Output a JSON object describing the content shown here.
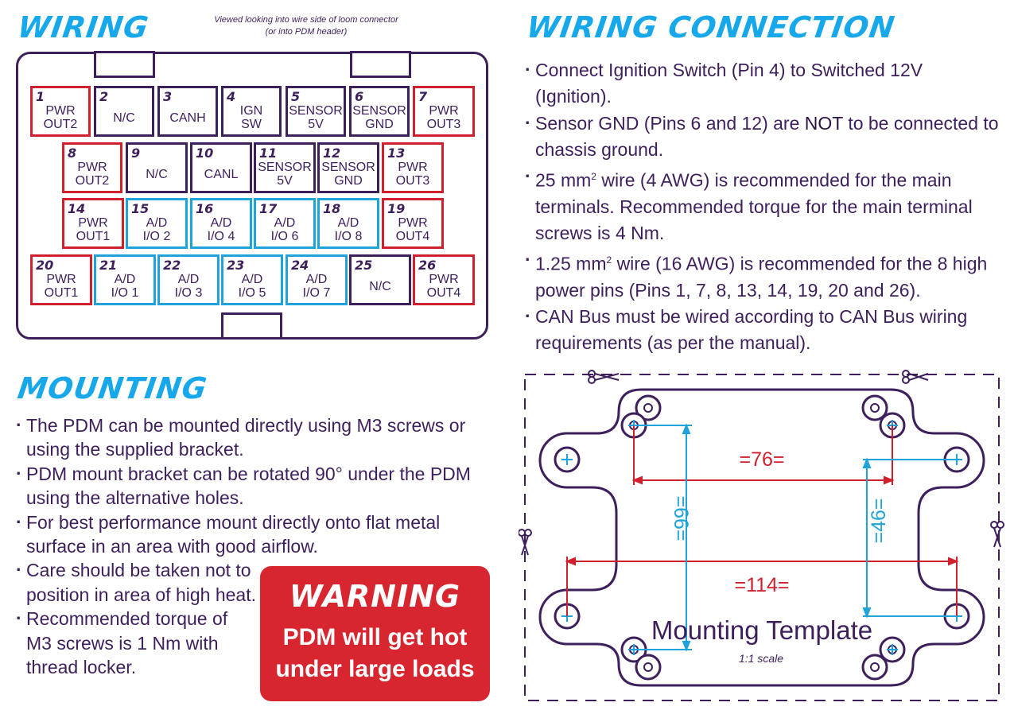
{
  "wiring": {
    "title": "WIRING",
    "note_line1": "Viewed looking into wire side of loom connector",
    "note_line2": "(or into PDM header)",
    "pins": [
      {
        "num": "1",
        "l1": "PWR",
        "l2": "OUT2",
        "color": "red"
      },
      {
        "num": "2",
        "l1": "N/C",
        "l2": "",
        "color": "dark"
      },
      {
        "num": "3",
        "l1": "CANH",
        "l2": "",
        "color": "dark"
      },
      {
        "num": "4",
        "l1": "IGN",
        "l2": "SW",
        "color": "dark"
      },
      {
        "num": "5",
        "l1": "SENSOR",
        "l2": "5V",
        "color": "dark"
      },
      {
        "num": "6",
        "l1": "SENSOR",
        "l2": "GND",
        "color": "dark"
      },
      {
        "num": "7",
        "l1": "PWR",
        "l2": "OUT3",
        "color": "red"
      },
      {
        "num": "8",
        "l1": "PWR",
        "l2": "OUT2",
        "color": "red"
      },
      {
        "num": "9",
        "l1": "N/C",
        "l2": "",
        "color": "dark"
      },
      {
        "num": "10",
        "l1": "CANL",
        "l2": "",
        "color": "dark"
      },
      {
        "num": "11",
        "l1": "SENSOR",
        "l2": "5V",
        "color": "dark"
      },
      {
        "num": "12",
        "l1": "SENSOR",
        "l2": "GND",
        "color": "dark"
      },
      {
        "num": "13",
        "l1": "PWR",
        "l2": "OUT3",
        "color": "red"
      },
      {
        "num": "14",
        "l1": "PWR",
        "l2": "OUT1",
        "color": "red"
      },
      {
        "num": "15",
        "l1": "A/D",
        "l2": "I/O 2",
        "color": "blue"
      },
      {
        "num": "16",
        "l1": "A/D",
        "l2": "I/O 4",
        "color": "blue"
      },
      {
        "num": "17",
        "l1": "A/D",
        "l2": "I/O 6",
        "color": "blue"
      },
      {
        "num": "18",
        "l1": "A/D",
        "l2": "I/O 8",
        "color": "blue"
      },
      {
        "num": "19",
        "l1": "PWR",
        "l2": "OUT4",
        "color": "red"
      },
      {
        "num": "20",
        "l1": "PWR",
        "l2": "OUT1",
        "color": "red"
      },
      {
        "num": "21",
        "l1": "A/D",
        "l2": "I/O 1",
        "color": "blue"
      },
      {
        "num": "22",
        "l1": "A/D",
        "l2": "I/O 3",
        "color": "blue"
      },
      {
        "num": "23",
        "l1": "A/D",
        "l2": "I/O 5",
        "color": "blue"
      },
      {
        "num": "24",
        "l1": "A/D",
        "l2": "I/O 7",
        "color": "blue"
      },
      {
        "num": "25",
        "l1": "N/C",
        "l2": "",
        "color": "dark"
      },
      {
        "num": "26",
        "l1": "PWR",
        "l2": "OUT4",
        "color": "red"
      }
    ]
  },
  "wiring_connection": {
    "title": "WIRING CONNECTION",
    "b1": "Connect Ignition Switch (Pin 4) to Switched 12V (Ignition).",
    "b2_pre": "Sensor GND (Pins 6 and 12) are",
    "b2_emph": "NOT",
    "b2_post": "to be connected to chassis ground.",
    "b3_pre": "25 mm",
    "b3_sup": "2",
    "b3_post": "wire (4 AWG) is recommended for the main terminals. Recommended torque for the main terminal screws is 4 Nm.",
    "b4_pre": "1.25 mm",
    "b4_sup": "2",
    "b4_post": "wire (16 AWG) is recommended for the 8 high power pins (Pins 1, 7, 8, 13, 14, 19, 20 and 26).",
    "b5": "CAN Bus must be wired according to CAN Bus wiring requirements (as per the manual)."
  },
  "mounting": {
    "title": "MOUNTING",
    "b1": "The PDM can be mounted directly using M3 screws or using the supplied bracket.",
    "b2": "PDM mount bracket can be rotated 90° under the PDM using the alternative holes.",
    "b3": "For best performance mount directly onto flat metal surface in an area with good airflow.",
    "b4": "Care should be taken not to position in area of high heat.",
    "b5": "Recommended torque of M3 screws is 1 Nm with thread locker."
  },
  "warning": {
    "title": "WARNING",
    "line1": "PDM will get hot",
    "line2": "under large loads"
  },
  "template": {
    "title": "Mounting Template",
    "scale": "1:1 scale",
    "dim_76": "=76=",
    "dim_114": "=114=",
    "dim_66": "=66=",
    "dim_46": "=46="
  },
  "colors": {
    "title_blue": "#16a8ea",
    "dark_purple": "#3d1f5c",
    "red": "#d0202e",
    "blue": "#1fa3db",
    "warning_red": "#d7262f"
  }
}
